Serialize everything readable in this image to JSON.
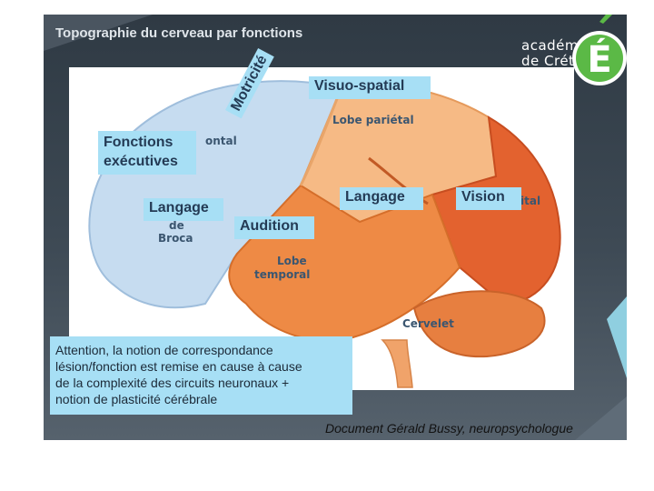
{
  "slide": {
    "title": "Topographie du cerveau par fonctions",
    "logo": {
      "line1": "académie",
      "line2": "de Créteil",
      "letter": "É"
    }
  },
  "labels": {
    "fonctions": "Fonctions",
    "executives": "exécutives",
    "motricite": "Motricité",
    "visuo": "Visuo-spatial",
    "langage_broca": "Langage",
    "audition": "Audition",
    "langage": "Langage",
    "vision": "Vision"
  },
  "areas": {
    "frontal_tail": "ontal",
    "broca_1": "de",
    "broca_2": "Broca",
    "parietal": "Lobe pariétal",
    "temporal_1": "Lobe",
    "temporal_2": "temporal",
    "occipital_tail": "ital",
    "cervelet": "Cervelet"
  },
  "note": {
    "line1": "Attention, la notion de correspondance",
    "line2": "lésion/fonction est  remise en cause à cause",
    "line3": "de la complexité des circuits neuronaux +",
    "line4": "notion de plasticité cérébrale"
  },
  "credit": "Document  Gérald Bussy, neuropsychologue",
  "colors": {
    "background": "#38444e",
    "label_box": "#a7dff5",
    "frontal": "#c9def1",
    "parietal": "#f6b781",
    "temporal": "#ee8a45",
    "occipital": "#e4622e"
  }
}
